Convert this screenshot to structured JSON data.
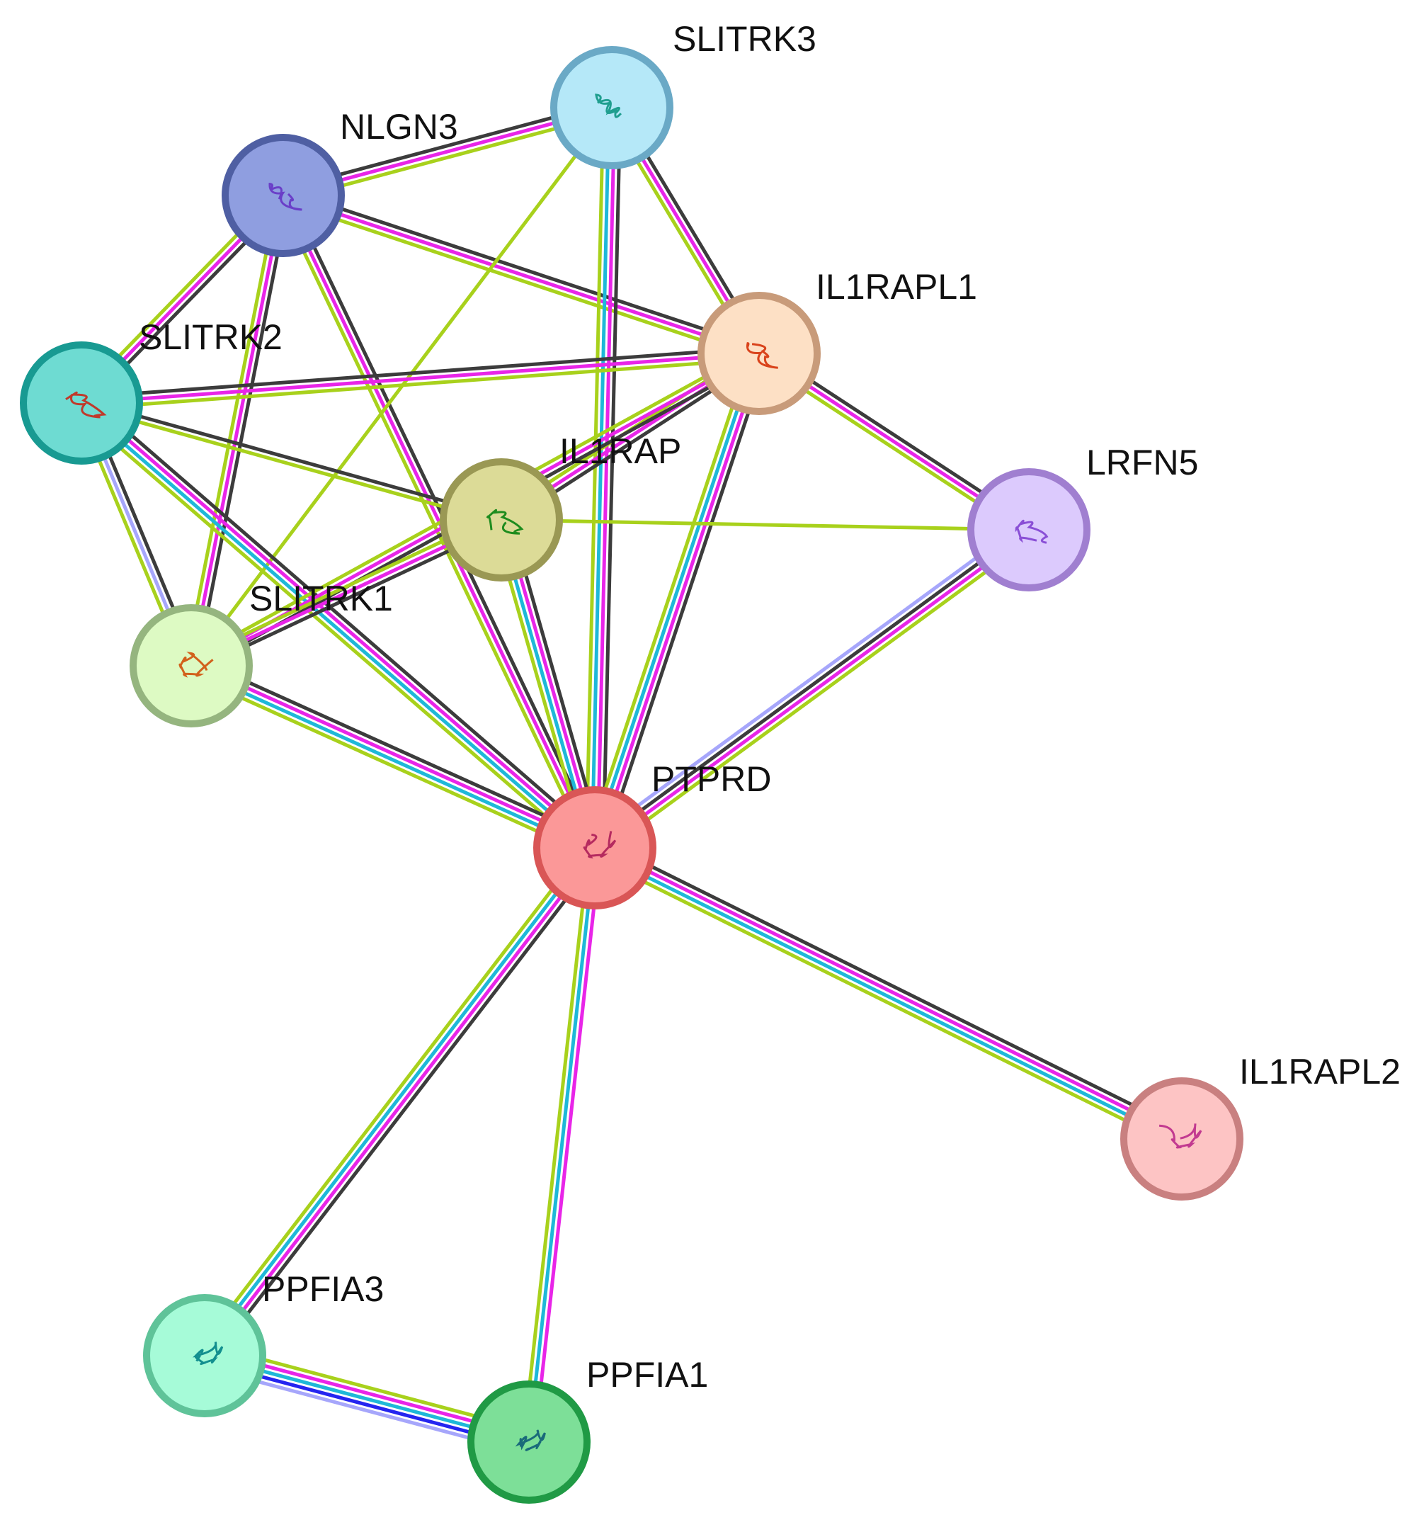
{
  "nodes": [
    {
      "id": "SLITRK3",
      "label": "SLITRK3",
      "fill": "#b5e8f8",
      "stroke": "#6aa9c6",
      "icon": "leucine-rich-repeat-structure-icon",
      "art": "#1f9e8f"
    },
    {
      "id": "NLGN3",
      "label": "NLGN3",
      "fill": "#8f9ee0",
      "stroke": "#4f5fa3",
      "icon": "alpha-beta-hydrolase-structure-icon",
      "art": "#6a3fc8"
    },
    {
      "id": "IL1RAPL1",
      "label": "IL1RAPL1",
      "fill": "#fde0c5",
      "stroke": "#c89b7a",
      "icon": "immunoglobulin-domain-structure-icon",
      "art": "#d9431b"
    },
    {
      "id": "SLITRK2",
      "label": "SLITRK2",
      "fill": "#6edbd2",
      "stroke": "#189a92",
      "icon": "protein-structure-icon",
      "art": "#c0392b"
    },
    {
      "id": "IL1RAP",
      "label": "IL1RAP",
      "fill": "#dcdb97",
      "stroke": "#9a9854",
      "icon": "beta-sheet-structure-icon",
      "art": "#1e8c1e"
    },
    {
      "id": "LRFN5",
      "label": "LRFN5",
      "fill": "#dccafd",
      "stroke": "#a07fd0",
      "icon": "leucine-rich-repeat-structure-icon",
      "art": "#8a4fd6"
    },
    {
      "id": "SLITRK1",
      "label": "SLITRK1",
      "fill": "#ddfac3",
      "stroke": "#95b57f",
      "icon": "protein-structure-icon",
      "art": "#d2611c"
    },
    {
      "id": "PTPRD",
      "label": "PTPRD",
      "fill": "#fb9898",
      "stroke": "#d95656",
      "icon": "phosphatase-structure-icon",
      "art": "#b52a5f"
    },
    {
      "id": "IL1RAPL2",
      "label": "IL1RAPL2",
      "fill": "#fdc4c4",
      "stroke": "#c98080",
      "icon": "helical-domain-structure-icon",
      "art": "#c23a90"
    },
    {
      "id": "PPFIA3",
      "label": "PPFIA3",
      "fill": "#a6fbd8",
      "stroke": "#5fc399",
      "icon": "coiled-coil-structure-icon",
      "art": "#128f8f"
    },
    {
      "id": "PPFIA1",
      "label": "PPFIA1",
      "fill": "#7ddf98",
      "stroke": "#209a45",
      "icon": "coiled-coil-structure-icon",
      "art": "#1a6a7a"
    }
  ],
  "evidence_colors": {
    "coexpression": "#3c3c3c",
    "experiments": "#e825e8",
    "databases": "#1eb8d8",
    "textmining": "#a8d11c",
    "homology": "#a6a6fb",
    "curated": "#2525f0"
  },
  "edges": [
    {
      "a": "NLGN3",
      "b": "SLITRK3",
      "evidence": [
        "coexpression",
        "experiments",
        "textmining"
      ]
    },
    {
      "a": "NLGN3",
      "b": "IL1RAPL1",
      "evidence": [
        "coexpression",
        "experiments",
        "textmining"
      ]
    },
    {
      "a": "NLGN3",
      "b": "SLITRK2",
      "evidence": [
        "coexpression",
        "experiments",
        "textmining"
      ]
    },
    {
      "a": "NLGN3",
      "b": "SLITRK1",
      "evidence": [
        "coexpression",
        "experiments",
        "textmining"
      ]
    },
    {
      "a": "NLGN3",
      "b": "PTPRD",
      "evidence": [
        "coexpression",
        "experiments",
        "textmining"
      ]
    },
    {
      "a": "SLITRK3",
      "b": "IL1RAPL1",
      "evidence": [
        "coexpression",
        "experiments",
        "textmining"
      ]
    },
    {
      "a": "SLITRK3",
      "b": "PTPRD",
      "evidence": [
        "coexpression",
        "experiments",
        "databases",
        "textmining"
      ]
    },
    {
      "a": "SLITRK3",
      "b": "SLITRK1",
      "evidence": [
        "textmining"
      ]
    },
    {
      "a": "SLITRK2",
      "b": "IL1RAPL1",
      "evidence": [
        "coexpression",
        "experiments",
        "textmining"
      ]
    },
    {
      "a": "SLITRK2",
      "b": "IL1RAP",
      "evidence": [
        "coexpression",
        "textmining"
      ]
    },
    {
      "a": "SLITRK2",
      "b": "SLITRK1",
      "evidence": [
        "coexpression",
        "homology",
        "textmining"
      ]
    },
    {
      "a": "SLITRK2",
      "b": "PTPRD",
      "evidence": [
        "coexpression",
        "experiments",
        "databases",
        "textmining"
      ]
    },
    {
      "a": "IL1RAPL1",
      "b": "IL1RAP",
      "evidence": [
        "coexpression",
        "experiments",
        "textmining"
      ]
    },
    {
      "a": "IL1RAPL1",
      "b": "LRFN5",
      "evidence": [
        "coexpression",
        "experiments",
        "textmining"
      ]
    },
    {
      "a": "IL1RAPL1",
      "b": "PTPRD",
      "evidence": [
        "coexpression",
        "experiments",
        "databases",
        "textmining"
      ]
    },
    {
      "a": "IL1RAPL1",
      "b": "SLITRK1",
      "evidence": [
        "coexpression",
        "experiments",
        "textmining"
      ]
    },
    {
      "a": "IL1RAP",
      "b": "LRFN5",
      "evidence": [
        "textmining"
      ]
    },
    {
      "a": "IL1RAP",
      "b": "PTPRD",
      "evidence": [
        "coexpression",
        "experiments",
        "databases",
        "textmining"
      ]
    },
    {
      "a": "IL1RAP",
      "b": "SLITRK1",
      "evidence": [
        "coexpression",
        "experiments",
        "textmining"
      ]
    },
    {
      "a": "LRFN5",
      "b": "PTPRD",
      "evidence": [
        "textmining",
        "experiments",
        "coexpression",
        "homology"
      ]
    },
    {
      "a": "SLITRK1",
      "b": "PTPRD",
      "evidence": [
        "coexpression",
        "experiments",
        "databases",
        "textmining"
      ]
    },
    {
      "a": "PTPRD",
      "b": "IL1RAPL2",
      "evidence": [
        "coexpression",
        "experiments",
        "databases",
        "textmining"
      ]
    },
    {
      "a": "PTPRD",
      "b": "PPFIA3",
      "evidence": [
        "coexpression",
        "experiments",
        "databases",
        "textmining"
      ]
    },
    {
      "a": "PTPRD",
      "b": "PPFIA1",
      "evidence": [
        "experiments",
        "databases",
        "textmining"
      ]
    },
    {
      "a": "PPFIA3",
      "b": "PPFIA1",
      "evidence": [
        "textmining",
        "experiments",
        "databases",
        "curated",
        "homology"
      ]
    }
  ]
}
